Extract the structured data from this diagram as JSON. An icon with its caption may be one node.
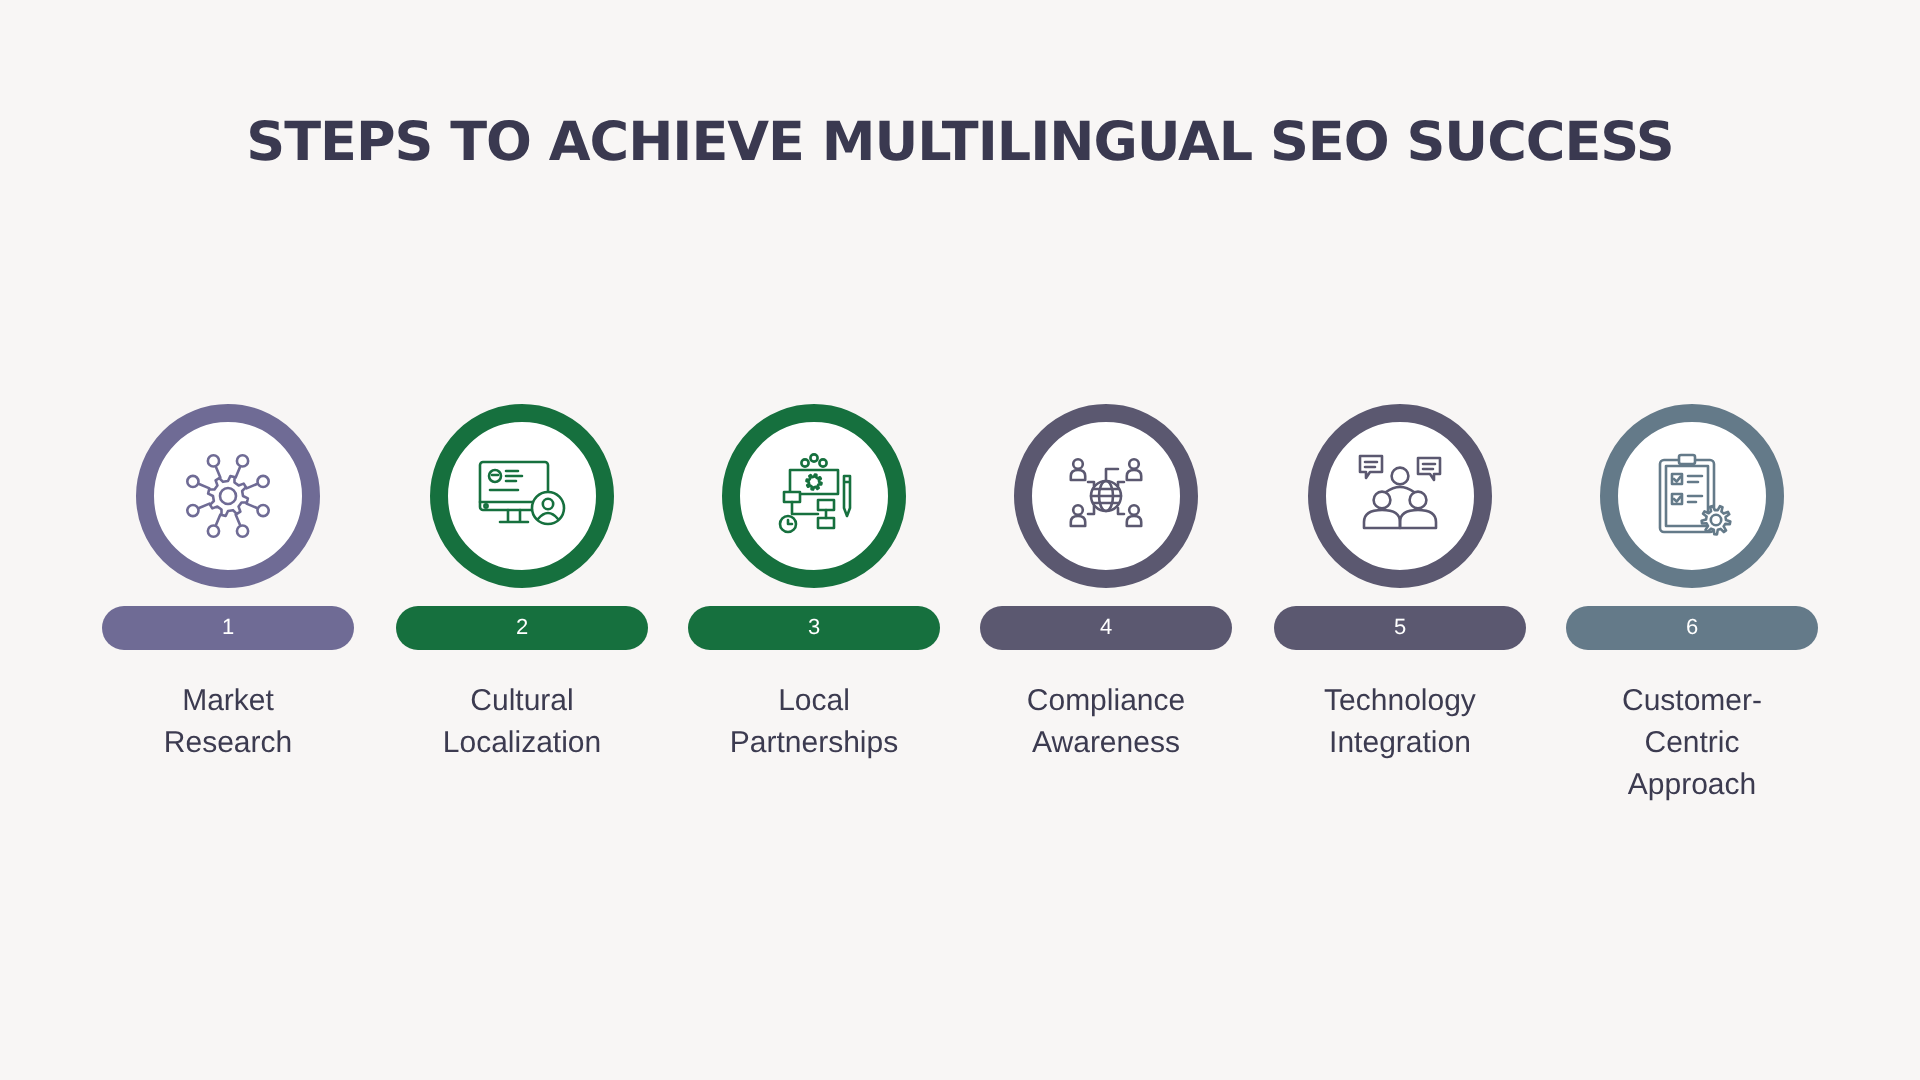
{
  "diagram": {
    "title": "STEPS TO ACHIEVE MULTILINGUAL SEO SUCCESS",
    "nodes": [
      {
        "text": [],
        "shape": "circle"
      },
      {
        "text": [
          "1"
        ],
        "beside": [
          "Market Research"
        ]
      },
      {
        "text": [],
        "shape": "circle"
      },
      {
        "text": [
          "2"
        ],
        "beside": [
          "Cultural Localization"
        ]
      },
      {
        "text": [],
        "shape": "circle"
      },
      {
        "text": [
          "3"
        ],
        "beside": [
          "Local Partnerships"
        ]
      },
      {
        "text": [],
        "shape": "circle"
      },
      {
        "text": [
          "4"
        ],
        "beside": [
          "Compliance Awareness"
        ]
      },
      {
        "text": [],
        "shape": "circle"
      },
      {
        "text": [
          "5"
        ],
        "beside": [
          "Technology Integration"
        ]
      },
      {
        "text": [],
        "shape": "circle"
      },
      {
        "text": [
          "6"
        ],
        "beside": [
          "Customer-Centric Approach"
        ]
      }
    ]
  }
}
